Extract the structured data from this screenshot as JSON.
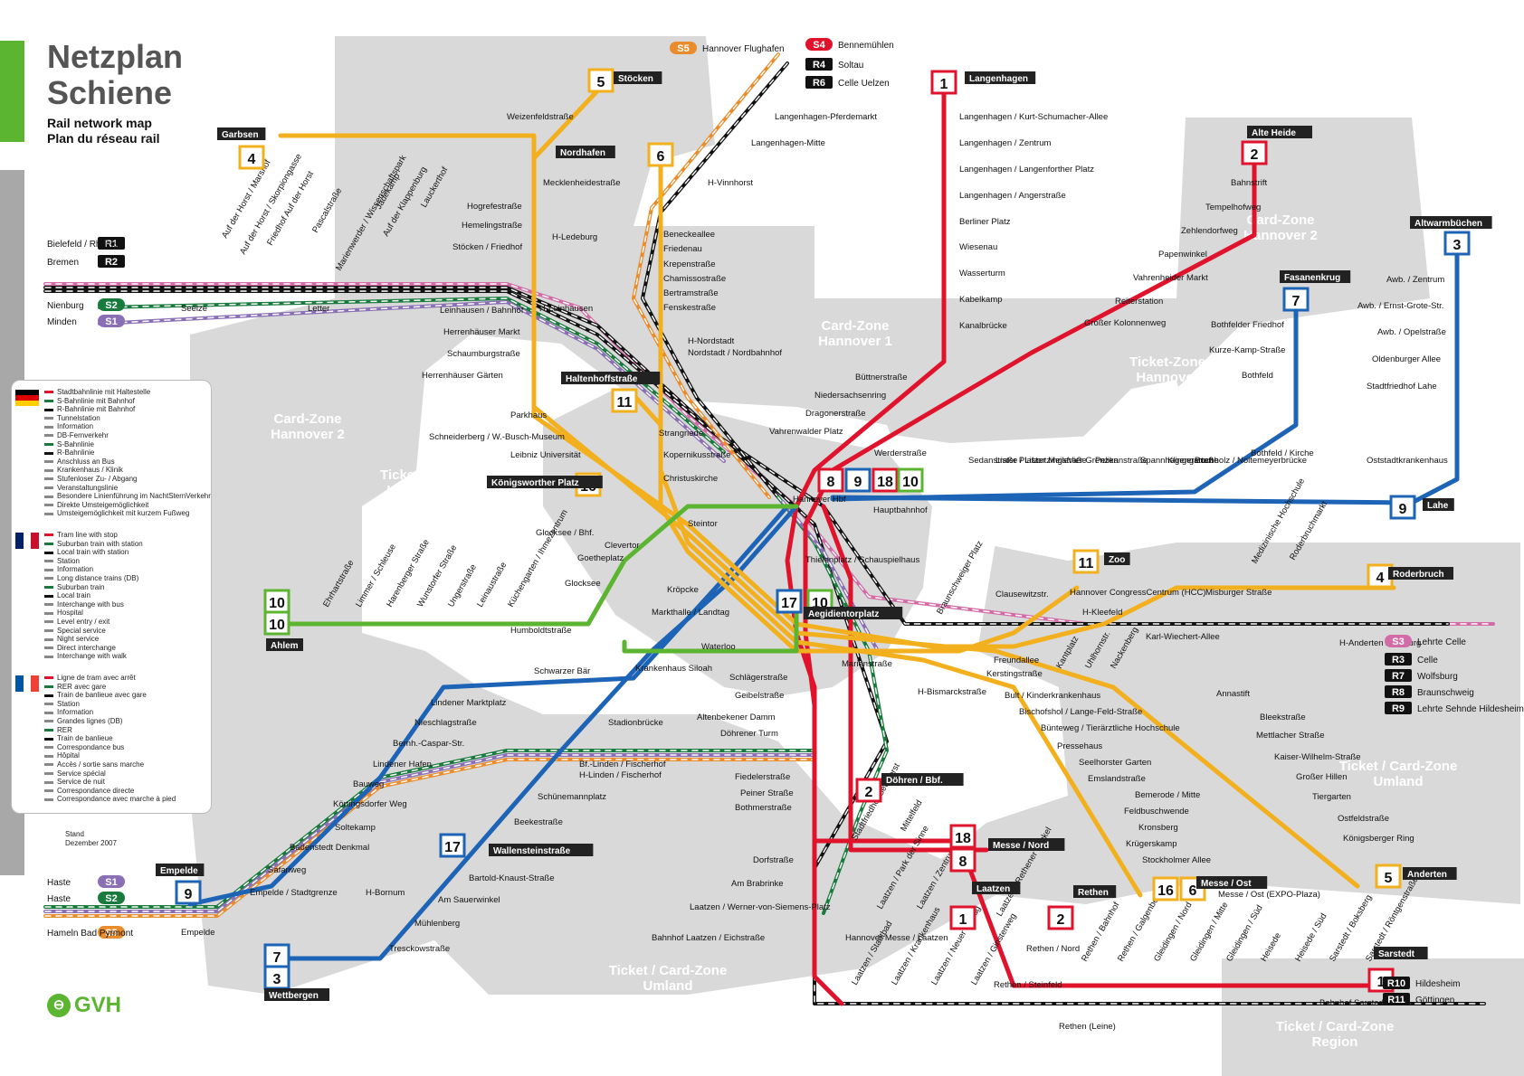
{
  "title": {
    "line1": "Netzplan",
    "line2": "Schiene",
    "sub1": "Rail network map",
    "sub2": "Plan du réseau rail"
  },
  "stand": {
    "line1": "Stand",
    "line2": "Dezember 2007"
  },
  "logo": "GVH",
  "colors": {
    "accent_green": "#5bb531",
    "zone_gray": "#d9d9d9",
    "line_yellow": "#f2b01e",
    "line_red": "#e0132d",
    "line_blue": "#1d64b6",
    "line_green": "#5bb531",
    "s_green": "#187a3c",
    "s_purple": "#8a6fb5",
    "s_orange": "#ea8c2c",
    "s_pink": "#d36ba7"
  },
  "zones": [
    {
      "l1": "Ticket / Card-Zone",
      "l2": "Umland"
    },
    {
      "l1": "Card-Zone",
      "l2": "Hannover 2"
    },
    {
      "l1": "Card-Zone",
      "l2": "Hannover 1"
    },
    {
      "l1": "Ticket-Zone",
      "l2": "Hannover"
    },
    {
      "l1": "Card-Zone",
      "l2": "Hannover 2"
    },
    {
      "l1": "Ticket-Zone",
      "l2": "Hannover"
    },
    {
      "l1": "Ticket / Card-Zone",
      "l2": "Umland"
    },
    {
      "l1": "Ticket / Card-Zone",
      "l2": "Umland"
    },
    {
      "l1": "Ticket / Card-Zone",
      "l2": "Region"
    }
  ],
  "line_badges": [
    "1",
    "2",
    "3",
    "4",
    "5",
    "6",
    "7",
    "8",
    "9",
    "10",
    "11",
    "16",
    "17",
    "18"
  ],
  "termini": [
    {
      "line": "1",
      "name": "Langenhagen"
    },
    {
      "line": "2",
      "name": "Alte Heide"
    },
    {
      "line": "3",
      "name": "Altwarmbüchen"
    },
    {
      "line": "7",
      "name": "Fasanenkrug"
    },
    {
      "line": "4",
      "name": "Garbsen"
    },
    {
      "line": "5",
      "name": "Stöcken"
    },
    {
      "line": "6",
      "name": "Nordhafen"
    },
    {
      "line": "11",
      "name": "Haltenhoffstraße"
    },
    {
      "line": "16",
      "name": "Königsworther Platz"
    },
    {
      "line": "10",
      "name": "Ahlem"
    },
    {
      "line": "9",
      "name": "Empelde"
    },
    {
      "line": "3",
      "name": "Wettbergen"
    },
    {
      "line": "17",
      "name": "Wallensteinstraße"
    },
    {
      "line": "9",
      "name": "Lahe"
    },
    {
      "line": "4",
      "name": "Roderbruch"
    },
    {
      "line": "5",
      "name": "Anderten"
    },
    {
      "line": "1",
      "name": "Sarstedt"
    },
    {
      "line": "2",
      "name": "Rethen"
    },
    {
      "line": "1",
      "name": "Laatzen"
    },
    {
      "line": "6",
      "name": "Messe / Ost"
    },
    {
      "line": "8",
      "name": "Messe / Nord"
    },
    {
      "line": "11",
      "name": "Zoo"
    },
    {
      "line": "17",
      "name": "Aegidientorplatz"
    },
    {
      "line": "2",
      "name": "Döhren / Bbf."
    }
  ],
  "rail_termini": [
    {
      "line": "S4",
      "name": "Bennemühlen"
    },
    {
      "line": "R4",
      "name": "Soltau"
    },
    {
      "line": "R6",
      "name": "Celle Uelzen"
    },
    {
      "line": "R1",
      "name": "Bielefeld / Rheine"
    },
    {
      "line": "R2",
      "name": "Bremen"
    },
    {
      "line": "S2",
      "name": "Nienburg"
    },
    {
      "line": "S1",
      "name": "Minden"
    },
    {
      "line": "S1",
      "name": "Haste"
    },
    {
      "line": "S2",
      "name": "Haste"
    },
    {
      "line": "S5",
      "name": "Hameln Bad Pyrmont"
    },
    {
      "line": "S3",
      "name": "Lehrte Celle"
    },
    {
      "line": "R3",
      "name": "Celle"
    },
    {
      "line": "R7",
      "name": "Wolfsburg"
    },
    {
      "line": "R8",
      "name": "Braunschweig"
    },
    {
      "line": "R9",
      "name": "Lehrte Sehnde Hildesheim"
    },
    {
      "line": "R10",
      "name": "Hildesheim"
    },
    {
      "line": "R11",
      "name": "Göttingen"
    },
    {
      "line": "S5",
      "name": "Hannover Flughafen"
    }
  ],
  "stations": [
    "Hannover Hbf",
    "Hauptbahnhof",
    "Kröpcke",
    "Steintor",
    "Markthalle / Landtag",
    "Waterloo",
    "Langenhagen / Kurt-Schumacher-Allee",
    "Langenhagen / Zentrum",
    "Langenhagen / Langenforther Platz",
    "Langenhagen / Angerstraße",
    "Berliner Platz",
    "Wiesenau",
    "Wasserturm",
    "Kabelkamp",
    "Kanalbrücke",
    "Büttnerstraße",
    "Niedersachsenring",
    "Dragonerstraße",
    "Vahrenwalder Platz",
    "Werderstraße",
    "Bahnstrift",
    "Tempelhofweg",
    "Zehlendorfweg",
    "Papenwinkel",
    "Vahrenheider Markt",
    "Reiterstation",
    "Großer Kolonnenweg",
    "Awb. / Zentrum",
    "Awb. / Ernst-Grote-Str.",
    "Awb. / Opelstraße",
    "Oldenburger Allee",
    "Stadtfriedhof Lahe",
    "Bothfelder Friedhof",
    "Kurze-Kamp-Straße",
    "Bothfeld",
    "Bothfeld / Kirche",
    "Buchholz / Bhf.",
    "Sedanstraße / Lister Meile",
    "Lister Platz",
    "Lortzingstraße",
    "Vier Grenzen",
    "Pelikanstraße",
    "Spannhagengarten",
    "Klingerstraße",
    "Buchholz / Noltemeyerbrücke",
    "Oststadtkrankenhaus",
    "Weizenfeldstraße",
    "Hogrefestraße",
    "Hemelingstraße",
    "Stöcken / Friedhof",
    "Fuhsestraße / Bhf.",
    "Leinhausen / Bahnhof",
    "Herrenhäuser Markt",
    "Schaumburgstraße",
    "Herrenhäuser Gärten",
    "Parkhaus",
    "Schneiderberg / W.-Busch-Museum",
    "Leibniz Universität",
    "Auf der Horst / Marshof",
    "Auf der Horst / Skorpiongasse",
    "Friedhof Auf der Horst",
    "Pascalstraße",
    "Marienwerder / Wissenschaftspark",
    "Jädekamp",
    "Auf der Klappenburg",
    "Lauckerthof",
    "Mecklenheidestraße",
    "H-Ledeburg",
    "Beneckeallee",
    "Friedenau",
    "Krepenstraße",
    "Chamissostraße",
    "Bertramstraße",
    "Fenskestraße",
    "H-Nordstadt",
    "Nordstadt / Nordbahnhof",
    "Strangriede",
    "Kopernikusstraße",
    "Christuskirche",
    "Langenhagen-Pferdemarkt",
    "Langenhagen-Mitte",
    "H-Vinnhorst",
    "Seelze",
    "Letter",
    "H-Leinhausen",
    "Ehrhartstraße",
    "Limmer / Schleuse",
    "Harenberger Straße",
    "Wunstorfer Straße",
    "Ungerstraße",
    "Leinaustraße",
    "Küchengarten / Ihmezentrum",
    "Glocksee / Bhf.",
    "Glocksee",
    "Goetheplatz",
    "Clevertor",
    "Humboldtstraße",
    "Schwarzer Bär",
    "Lindener Marktplatz",
    "Nieschlagstraße",
    "Bernh.-Caspar-Str.",
    "Lindener Hafen",
    "Bauweg",
    "Körtingsdorfer Weg",
    "Soltekamp",
    "Badenstedt Denkmal",
    "Safariweg",
    "Empelde / Stadtgrenze",
    "Krankenhaus Siloah",
    "Stadionbrücke",
    "Bf.-Linden / Fischerhof",
    "H-Linden / Fischerhof",
    "Schünemannplatz",
    "Beekestraße",
    "Bartold-Knaust-Straße",
    "Am Sauerwinkel",
    "Mühlenberg",
    "Tresckowstraße",
    "H-Bornum",
    "Empelde",
    "Thielenplatz / Schauspielhaus",
    "Braunschweiger Platz",
    "Clausewitzstr.",
    "Hannover CongressCentrum (HCC)",
    "H-Kleefeld",
    "Misburger Straße",
    "Karl-Wiechert-Allee",
    "Medizinische Hochschule",
    "Roderbruchmarkt",
    "H-Anderten / Misburg",
    "Kantplatz",
    "Uhlhornstr.",
    "Nackenberg",
    "Freundallee",
    "Kerstingstraße",
    "Bult / Kinderkrankenhaus",
    "Bischofshol / Lange-Feld-Straße",
    "Bünteweg / Tierärztliche Hochschule",
    "Pressehaus",
    "Seelhorster Garten",
    "Emslandstraße",
    "Bemerode / Mitte",
    "Feldbuschwende",
    "Kronsberg",
    "Krügerskamp",
    "Stockholmer Allee",
    "Annastift",
    "Bleekstraße",
    "Mettlacher Straße",
    "Kaiser-Wilhelm-Straße",
    "Großer Hillen",
    "Tiergarten",
    "Ostfeldstraße",
    "Königsberger Ring",
    "Marienstraße",
    "H-Bismarckstraße",
    "Schlägerstraße",
    "Geibelstraße",
    "Altenbekener Damm",
    "Döhrener Turm",
    "Fiedelerstraße",
    "Peiner Straße",
    "Bothmerstraße",
    "Stadtfriedhof Seelhorst",
    "Mittelfeld",
    "Dorfstraße",
    "Am Brabrinke",
    "Laatzen / Werner-von-Siemens-Platz",
    "Bahnhof Laatzen / Eichstraße",
    "Hannover Messe / Laatzen",
    "Laatzen / Park der Sinne",
    "Laatzen / Zentrum",
    "Laatzen / Rethener Winkel",
    "Laatzen / Stadtbad",
    "Laatzen / Krankenhaus",
    "Laatzen / Neuer Schlag",
    "Laatzen / Ginsterweg",
    "Rethen / Nord",
    "Rethen / Steinfeld",
    "Rethen (Leine)",
    "Rethen / Bahnhof",
    "Rethen / Galgenberg",
    "Gleidingen / Nord",
    "Gleidingen / Mitte",
    "Gleidingen / Süd",
    "Heisede",
    "Heisede / Süd",
    "Sarstedt / Boksberg",
    "Sarstedt / Röntgenstraße",
    "Bahnhof Sarstedt",
    "Messe / Ost (EXPO-Plaza)"
  ],
  "legend": {
    "de": [
      "Stadtbahnlinie mit Haltestelle",
      "S-Bahnlinie mit Bahnhof",
      "R-Bahnlinie mit Bahnhof",
      "Tunnelstation",
      "Information",
      "DB-Fernverkehr",
      "S-Bahnlinie",
      "R-Bahnlinie",
      "Anschluss an Bus",
      "Krankenhaus / Klinik",
      "Stufenloser Zu- / Abgang",
      "Veranstaltungslinie",
      "Besondere Linienführung im NachtSternVerkehr",
      "Direkte Umsteigemöglichkeit",
      "Umsteigemöglichkeit mit kurzem Fußweg"
    ],
    "en": [
      "Tram line with stop",
      "Suburban train with station",
      "Local train with station",
      "Station",
      "Information",
      "Long distance trains (DB)",
      "Suburban train",
      "Local train",
      "Interchange with bus",
      "Hospital",
      "Level entry / exit",
      "Special service",
      "Night service",
      "Direct interchange",
      "Interchange with walk"
    ],
    "fr": [
      "Ligne de tram avec arrêt",
      "RER avec gare",
      "Train de banlieue avec gare",
      "Station",
      "Information",
      "Grandes lignes (DB)",
      "RER",
      "Train de banlieue",
      "Correspondance bus",
      "Hôpital",
      "Accès / sortie sans marche",
      "Service spécial",
      "Service de nuit",
      "Correspondance directe",
      "Correspondance avec marche à pied"
    ]
  }
}
